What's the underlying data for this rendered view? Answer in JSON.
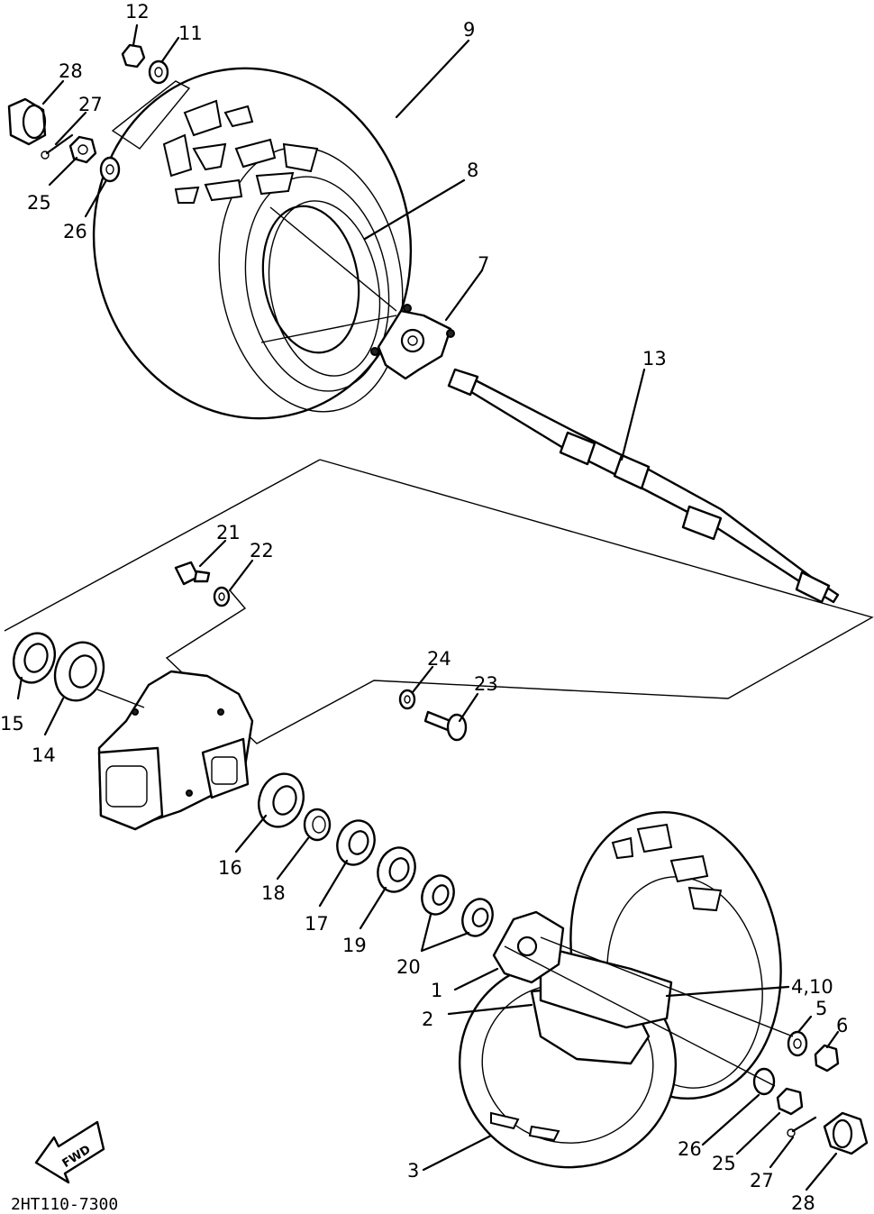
{
  "diagram_code": "2HT110-7300",
  "fwd_label": "FWD",
  "callouts": {
    "c1": "1",
    "c2": "2",
    "c3": "3",
    "c4": "4,10",
    "c5": "5",
    "c6": "6",
    "c7": "7",
    "c8": "8",
    "c9": "9",
    "c11": "11",
    "c12": "12",
    "c13": "13",
    "c14": "14",
    "c15": "15",
    "c16": "16",
    "c17": "17",
    "c18": "18",
    "c19": "19",
    "c20": "20",
    "c21": "21",
    "c22": "22",
    "c23": "23",
    "c24": "24",
    "c25a": "25",
    "c26a": "26",
    "c27a": "27",
    "c28a": "28",
    "c25b": "25",
    "c26b": "26",
    "c27b": "27",
    "c28b": "28"
  }
}
